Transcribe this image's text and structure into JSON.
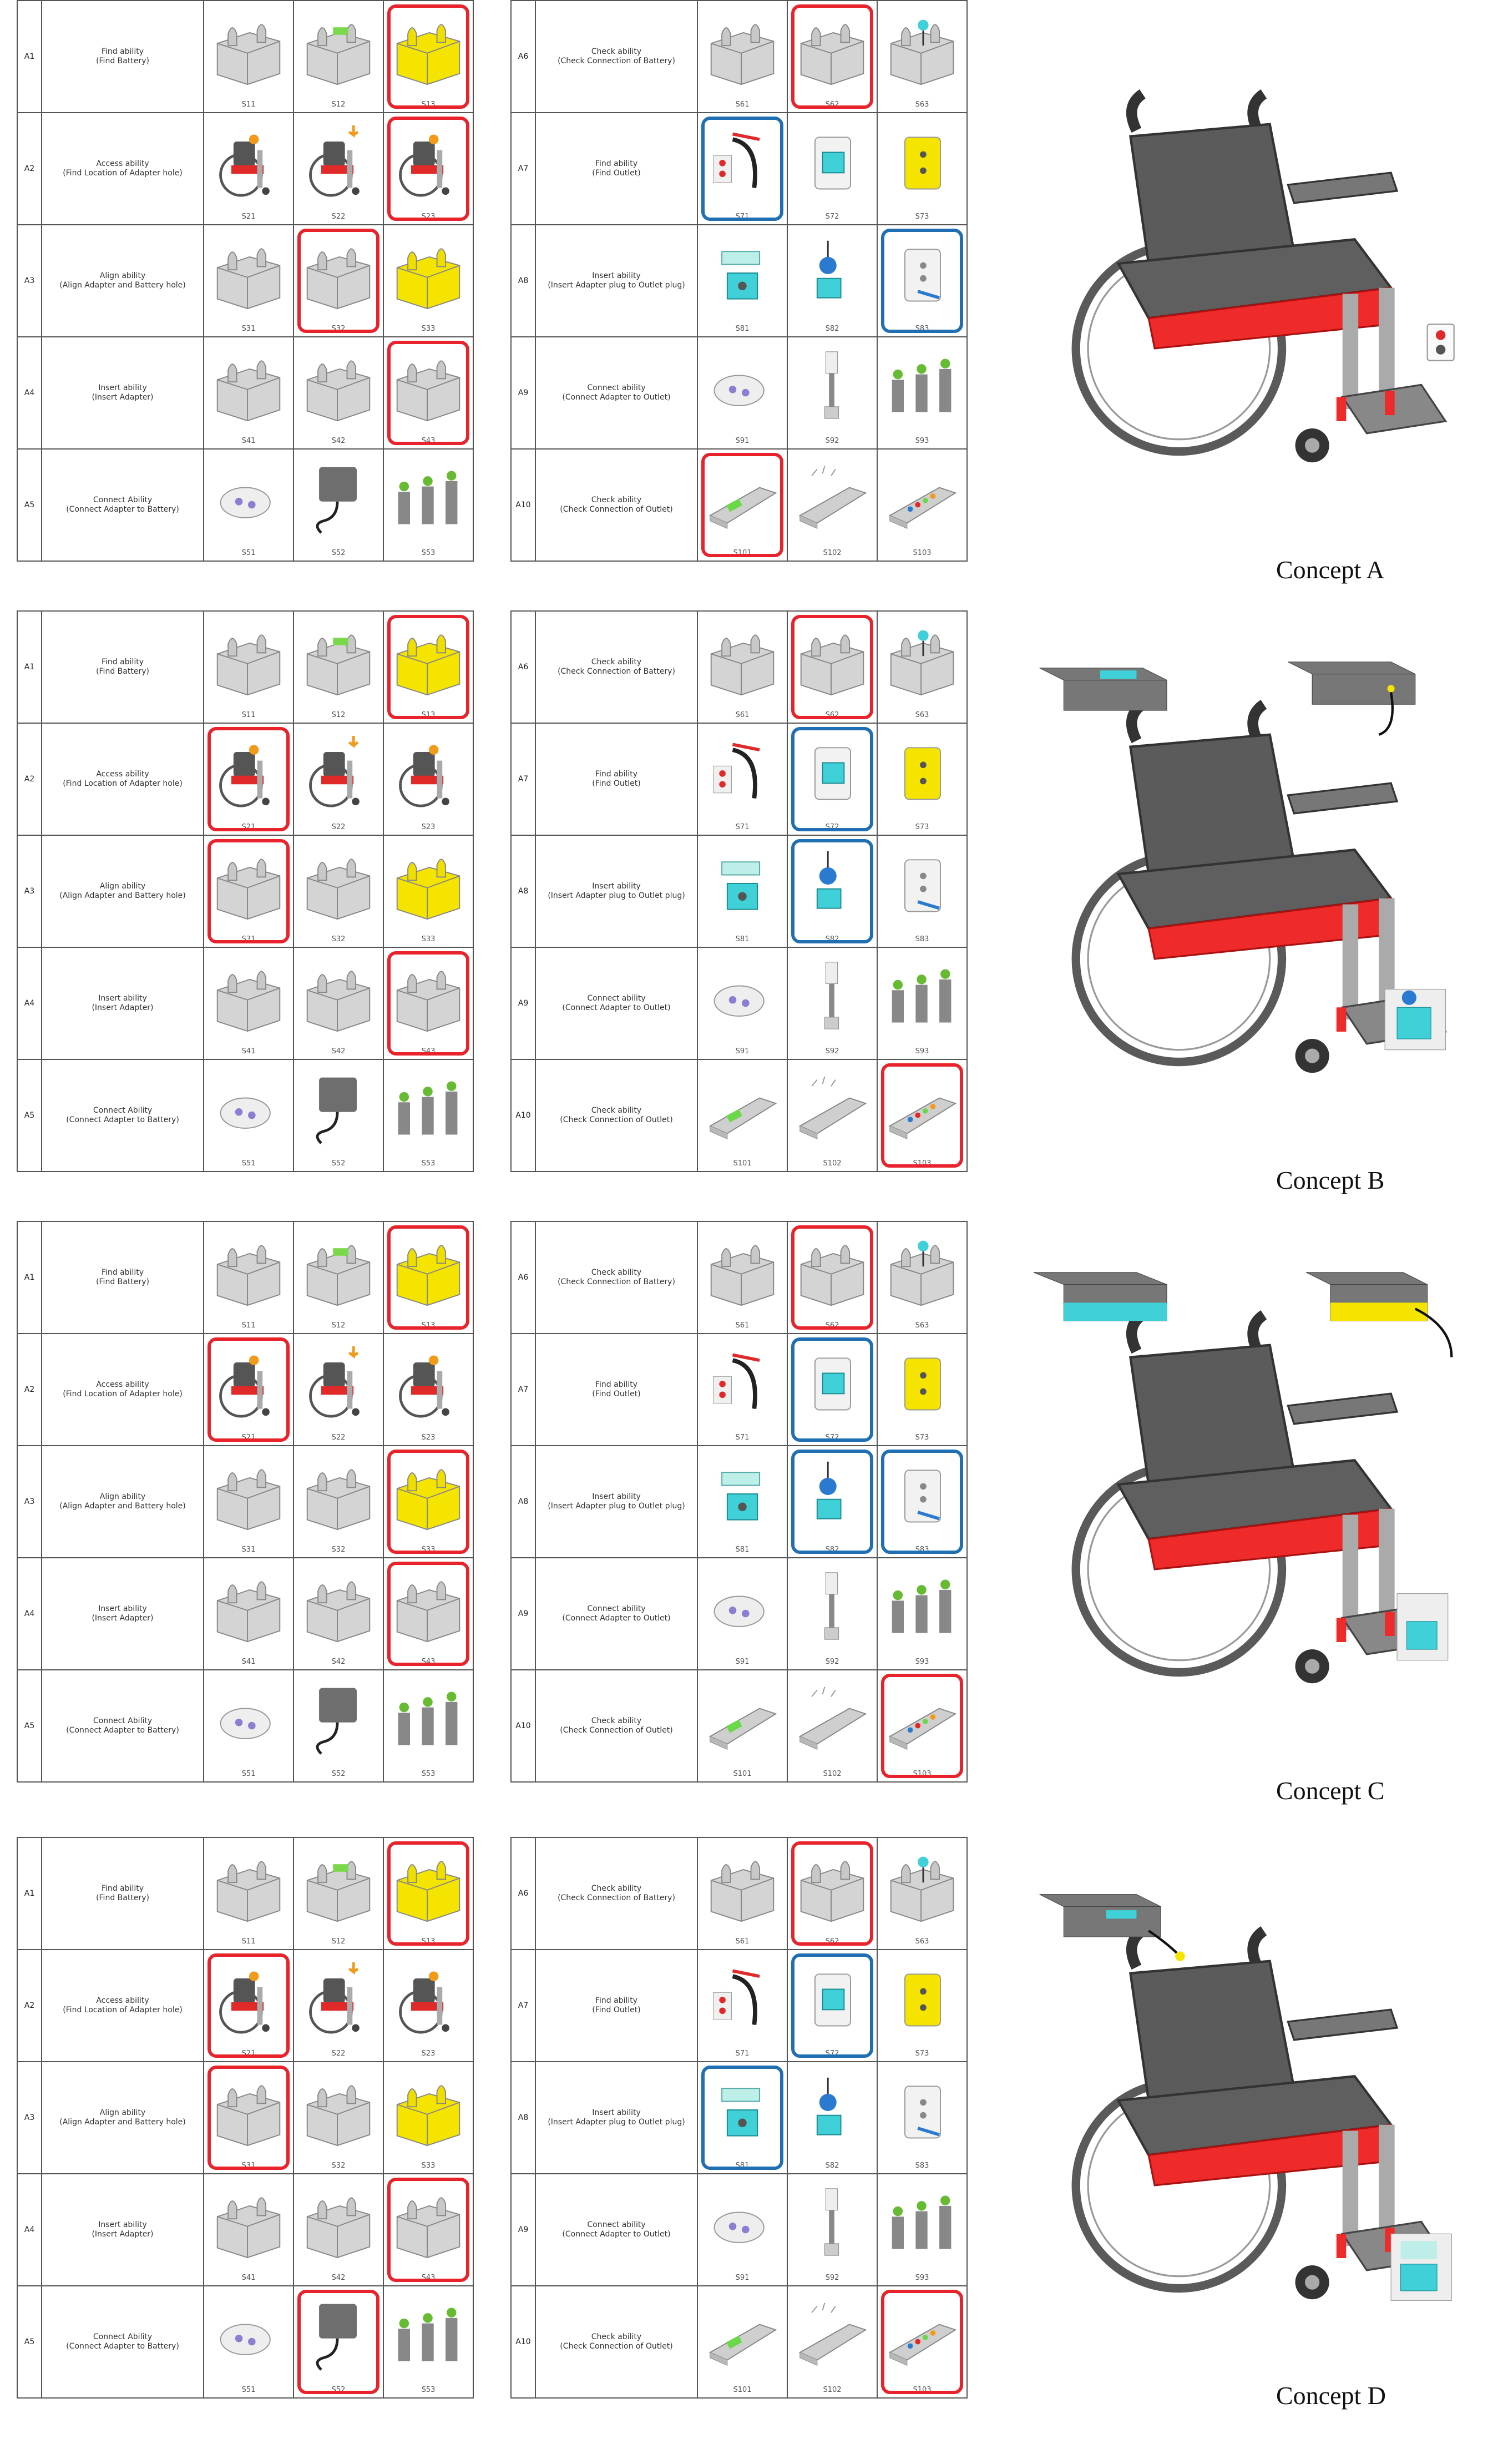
{
  "colors": {
    "red_box": "#e8232b",
    "blue_box": "#1f6fb2",
    "yellow": "#f4e400",
    "cyan": "#3fd0d8"
  },
  "left_rows": [
    {
      "id": "A1",
      "name": "Find ability",
      "desc": "(Find Battery)",
      "opts": [
        {
          "label": "S11",
          "icon": "battery-box-icon"
        },
        {
          "label": "S12",
          "icon": "battery-green-icon"
        },
        {
          "label": "S13",
          "icon": "battery-yellow-icon"
        }
      ]
    },
    {
      "id": "A2",
      "name": "Access ability",
      "desc": "(Find Location of Adapter hole)",
      "opts": [
        {
          "label": "S21",
          "icon": "wheelchair-icon"
        },
        {
          "label": "S22",
          "icon": "wheelchair-arrow-icon"
        },
        {
          "label": "S23",
          "icon": "wheelchair-icon"
        }
      ]
    },
    {
      "id": "A3",
      "name": "Align ability",
      "desc": "(Align Adapter and Battery hole)",
      "opts": [
        {
          "label": "S31",
          "icon": "battery-box-icon"
        },
        {
          "label": "S32",
          "icon": "battery-box-icon"
        },
        {
          "label": "S33",
          "icon": "battery-yellow-icon"
        }
      ]
    },
    {
      "id": "A4",
      "name": "Insert ability",
      "desc": "(Insert Adapter)",
      "opts": [
        {
          "label": "S41",
          "icon": "battery-box-icon"
        },
        {
          "label": "S42",
          "icon": "battery-box-icon"
        },
        {
          "label": "S43",
          "icon": "battery-box-icon"
        }
      ]
    },
    {
      "id": "A5",
      "name": "Connect Ability",
      "desc": "(Connect Adapter to Battery)",
      "opts": [
        {
          "label": "S51",
          "icon": "plug-round-icon"
        },
        {
          "label": "S52",
          "icon": "adapter-cable-icon"
        },
        {
          "label": "S53",
          "icon": "connector-set-icon"
        }
      ]
    }
  ],
  "right_rows": [
    {
      "id": "A6",
      "name": "Check ability",
      "desc": "(Check Connection of Battery)",
      "opts": [
        {
          "label": "S61",
          "icon": "battery-box-icon"
        },
        {
          "label": "S62",
          "icon": "battery-box-icon"
        },
        {
          "label": "S63",
          "icon": "battery-cyan-icon"
        }
      ]
    },
    {
      "id": "A7",
      "name": "Find ability",
      "desc": "(Find Outlet)",
      "opts": [
        {
          "label": "S71",
          "icon": "outlet-cable-icon"
        },
        {
          "label": "S72",
          "icon": "outlet-cyan-icon"
        },
        {
          "label": "S73",
          "icon": "outlet-yellow-icon"
        }
      ]
    },
    {
      "id": "A8",
      "name": "Insert ability",
      "desc": "(Insert Adapter plug to Outlet plug)",
      "opts": [
        {
          "label": "S81",
          "icon": "plug-cyan-icon"
        },
        {
          "label": "S82",
          "icon": "plug-bulb-icon"
        },
        {
          "label": "S83",
          "icon": "outlet-insert-icon"
        }
      ]
    },
    {
      "id": "A9",
      "name": "Connect ability",
      "desc": "(Connect Adapter to Outlet)",
      "opts": [
        {
          "label": "S91",
          "icon": "plug-round-icon"
        },
        {
          "label": "S92",
          "icon": "cord-vertical-icon"
        },
        {
          "label": "S93",
          "icon": "connector-set-icon"
        }
      ]
    },
    {
      "id": "A10",
      "name": "Check ability",
      "desc": "(Check Connection of Outlet)",
      "opts": [
        {
          "label": "S101",
          "icon": "indicator-green-icon"
        },
        {
          "label": "S102",
          "icon": "indicator-grey-icon"
        },
        {
          "label": "S103",
          "icon": "indicator-leds-icon"
        }
      ]
    }
  ],
  "concepts": [
    {
      "caption": "Concept A",
      "left_highlights": [
        {
          "row": 0,
          "col": 2,
          "color": "red"
        },
        {
          "row": 1,
          "col": 2,
          "color": "red"
        },
        {
          "row": 2,
          "col": 1,
          "color": "red"
        },
        {
          "row": 3,
          "col": 2,
          "color": "red"
        }
      ],
      "right_highlights": [
        {
          "row": 0,
          "col": 1,
          "color": "red"
        },
        {
          "row": 1,
          "col": 0,
          "color": "blue"
        },
        {
          "row": 2,
          "col": 2,
          "color": "blue"
        },
        {
          "row": 4,
          "col": 0,
          "color": "red"
        }
      ]
    },
    {
      "caption": "Concept B",
      "left_highlights": [
        {
          "row": 0,
          "col": 2,
          "color": "red"
        },
        {
          "row": 1,
          "col": 0,
          "color": "red"
        },
        {
          "row": 2,
          "col": 0,
          "color": "red"
        },
        {
          "row": 3,
          "col": 2,
          "color": "red"
        }
      ],
      "right_highlights": [
        {
          "row": 0,
          "col": 1,
          "color": "red"
        },
        {
          "row": 1,
          "col": 1,
          "color": "blue"
        },
        {
          "row": 2,
          "col": 1,
          "color": "blue"
        },
        {
          "row": 4,
          "col": 2,
          "color": "red"
        }
      ]
    },
    {
      "caption": "Concept C",
      "left_highlights": [
        {
          "row": 0,
          "col": 2,
          "color": "red"
        },
        {
          "row": 1,
          "col": 0,
          "color": "red"
        },
        {
          "row": 2,
          "col": 2,
          "color": "red"
        },
        {
          "row": 3,
          "col": 2,
          "color": "red"
        }
      ],
      "right_highlights": [
        {
          "row": 0,
          "col": 1,
          "color": "red"
        },
        {
          "row": 1,
          "col": 1,
          "color": "blue"
        },
        {
          "row": 2,
          "col": 1,
          "color": "blue"
        },
        {
          "row": 2,
          "col": 2,
          "color": "blue"
        },
        {
          "row": 4,
          "col": 2,
          "color": "red"
        }
      ]
    },
    {
      "caption": "Concept D",
      "left_highlights": [
        {
          "row": 0,
          "col": 2,
          "color": "red"
        },
        {
          "row": 1,
          "col": 0,
          "color": "red"
        },
        {
          "row": 2,
          "col": 0,
          "color": "red"
        },
        {
          "row": 3,
          "col": 2,
          "color": "red"
        },
        {
          "row": 4,
          "col": 1,
          "color": "red"
        }
      ],
      "right_highlights": [
        {
          "row": 0,
          "col": 1,
          "color": "red"
        },
        {
          "row": 1,
          "col": 1,
          "color": "blue"
        },
        {
          "row": 2,
          "col": 0,
          "color": "blue"
        },
        {
          "row": 4,
          "col": 2,
          "color": "red"
        }
      ]
    }
  ]
}
